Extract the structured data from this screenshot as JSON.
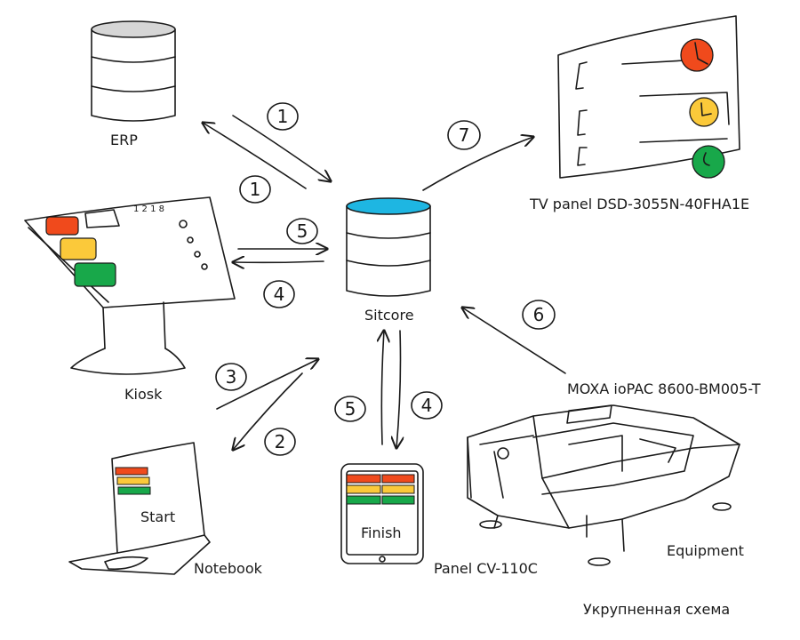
{
  "nodes": {
    "erp": {
      "label": "ERP"
    },
    "sitcore": {
      "label": "Sitcore"
    },
    "tv_panel": {
      "label": "TV panel DSD-3055N-40FHA1E"
    },
    "kiosk": {
      "label": "Kiosk",
      "screen_text": "1 2 1 8"
    },
    "notebook": {
      "label": "Notebook",
      "screen_text": "Start"
    },
    "panel": {
      "label": "Panel CV-110C",
      "screen_text": "Finish"
    },
    "moxa": {
      "label": "MOXA ioPAC 8600-BM005-T"
    },
    "equipment": {
      "label": "Equipment"
    }
  },
  "steps": {
    "erp_to_sitcore": "1",
    "sitcore_to_erp": "1",
    "kiosk_to_sitcore": "5",
    "sitcore_to_kiosk": "4",
    "notebook_to_sitcore": "3",
    "sitcore_to_notebook": "2",
    "panel_to_sitcore": "5",
    "sitcore_to_panel": "4",
    "moxa_to_sitcore": "6",
    "sitcore_to_tv": "7"
  },
  "caption": "Укрупненная схема",
  "colors": {
    "red": "#f04a1c",
    "yellow": "#fbc93a",
    "green": "#18a84a",
    "cyan": "#1eb6e2",
    "grey": "#d6d6d6"
  }
}
